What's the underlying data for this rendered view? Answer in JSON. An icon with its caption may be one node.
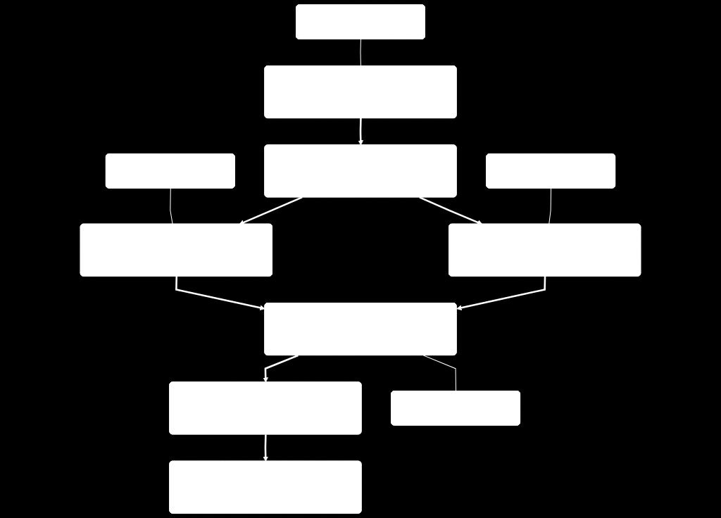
{
  "diagram": {
    "nodes": [
      {
        "text": [],
        "shape": "box"
      },
      {
        "text": [],
        "shape": "box"
      },
      {
        "text": [],
        "shape": "box"
      },
      {
        "text": [],
        "shape": "box"
      },
      {
        "text": [],
        "shape": "box"
      },
      {
        "text": [],
        "shape": "box"
      },
      {
        "text": [],
        "shape": "box"
      },
      {
        "text": [],
        "shape": "box"
      },
      {
        "text": [],
        "shape": "box"
      },
      {
        "text": [],
        "shape": "box"
      },
      {
        "text": [],
        "shape": "box"
      }
    ],
    "edges": [
      {
        "from": 0,
        "to": 3,
        "arrow": "to"
      },
      {
        "from": 1,
        "to": 0,
        "arrow": "none"
      },
      {
        "from": 3,
        "to": 5,
        "arrow": "to"
      },
      {
        "from": 3,
        "to": 6,
        "arrow": "to"
      },
      {
        "from": 2,
        "to": 5,
        "arrow": "none"
      },
      {
        "from": 4,
        "to": 6,
        "arrow": "none"
      },
      {
        "from": 5,
        "to": 7,
        "arrow": "to"
      },
      {
        "from": 6,
        "to": 7,
        "arrow": "to"
      },
      {
        "from": 7,
        "to": 9,
        "arrow": "to"
      },
      {
        "from": 7,
        "to": 8,
        "arrow": "none"
      },
      {
        "from": 9,
        "to": 10,
        "arrow": "to"
      }
    ]
  }
}
